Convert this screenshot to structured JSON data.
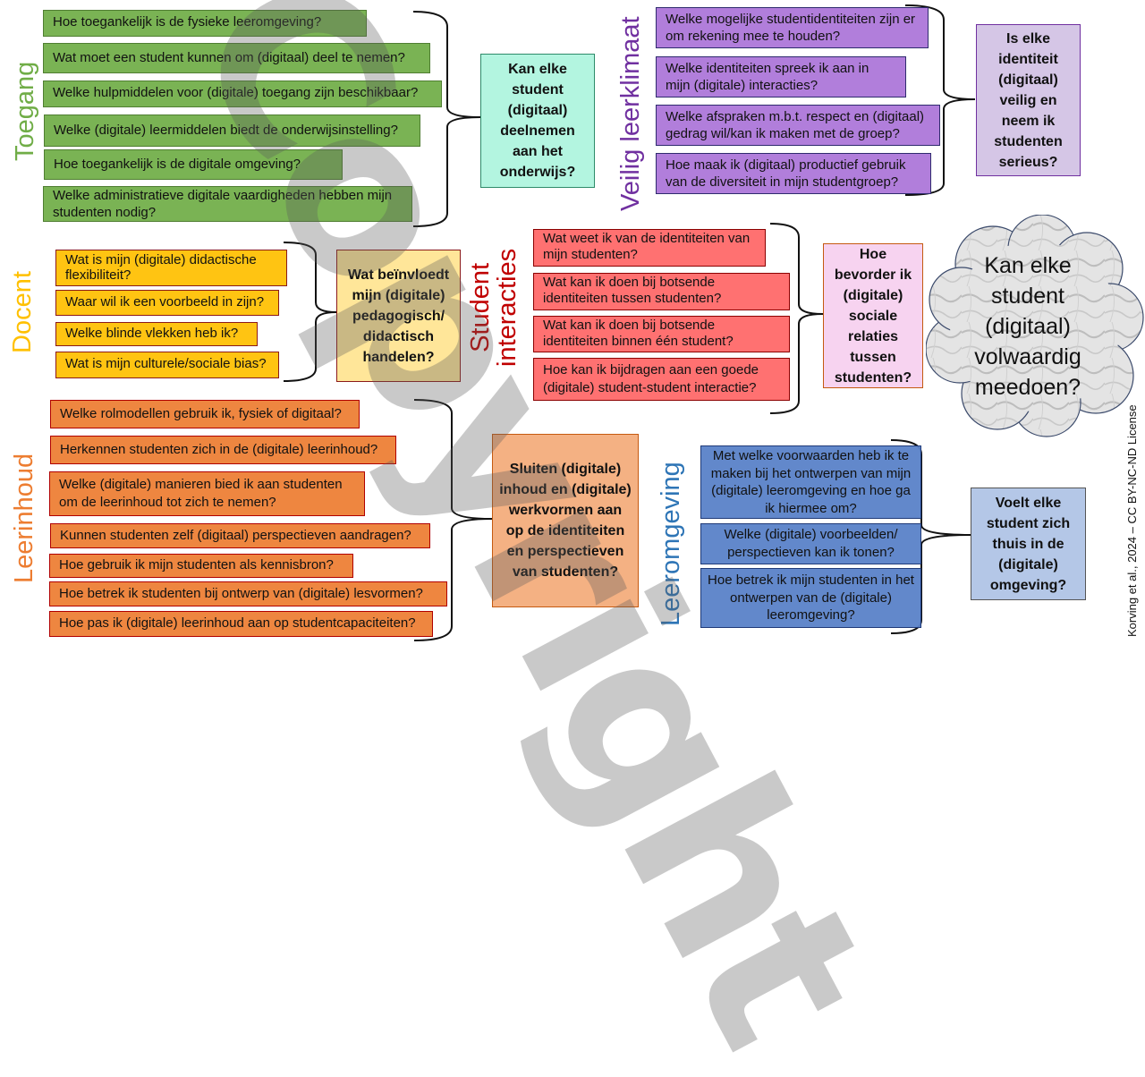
{
  "categories": {
    "toegang": {
      "label": "Toegang",
      "color": "#70ad47",
      "questions": [
        "Hoe toegankelijk is de fysieke leeromgeving?",
        "Wat moet een student kunnen om (digitaal) deel te nemen?",
        "Welke hulpmiddelen voor (digitale) toegang zijn beschikbaar?",
        "Welke (digitale) leermiddelen biedt de onderwijsinstelling?",
        "Hoe toegankelijk is de digitale omgeving?",
        "Welke administratieve digitale vaardigheden hebben mijn studenten nodig?"
      ],
      "summary": "Kan elke student (digitaal) deelnemen aan het onderwijs?"
    },
    "veilig_leerklimaat": {
      "label": "Veilig leerklimaat",
      "color": "#7030a0",
      "questions": [
        "Welke mogelijke studentidentiteiten zijn er om rekening mee te houden?",
        "Welke identiteiten spreek ik aan in mijn (digitale) interacties?",
        "Welke afspraken m.b.t. respect en (digitaal) gedrag wil/kan ik maken met de groep?",
        "Hoe maak ik (digitaal) productief gebruik van de diversiteit in mijn studentgroep?"
      ],
      "summary": "Is elke identiteit (digitaal) veilig en neem ik studenten serieus?"
    },
    "docent": {
      "label": "Docent",
      "color": "#ffc000",
      "questions": [
        "Wat is mijn (digitale) didactische flexibiliteit?",
        "Waar wil ik een voorbeeld in zijn?",
        "Welke blinde vlekken heb ik?",
        "Wat is mijn culturele/sociale bias?"
      ],
      "summary": "Wat beïnvloedt mijn (digitale) pedagogisch/ didactisch handelen?"
    },
    "student_interacties": {
      "label_line1": "Student",
      "label_line2": "interacties",
      "color": "#c00000",
      "questions": [
        "Wat weet ik van de identiteiten van mijn studenten?",
        "Wat kan ik doen bij botsende identiteiten tussen studenten?",
        "Wat kan ik doen bij botsende identiteiten binnen één student?",
        "Hoe kan ik bijdragen aan een goede (digitale) student-student interactie?"
      ],
      "summary": "Hoe bevorder ik (digitale) sociale relaties tussen studenten?"
    },
    "leerinhoud": {
      "label": "Leerinhoud",
      "color": "#ed7d31",
      "questions": [
        "Welke rolmodellen gebruik ik, fysiek of digitaal?",
        "Herkennen studenten zich in de (digitale) leerinhoud?",
        "Welke (digitale) manieren bied ik aan studenten om de leerinhoud tot zich te nemen?",
        "Kunnen studenten zelf (digitaal) perspectieven aandragen?",
        "Hoe gebruik ik mijn studenten als kennisbron?",
        "Hoe betrek ik studenten bij ontwerp van (digitale) lesvormen?",
        "Hoe pas ik (digitale) leerinhoud aan op studentcapaciteiten?"
      ],
      "summary": "Sluiten (digitale) inhoud en (digitale) werkvormen aan op de identiteiten en perspectieven van studenten?"
    },
    "leeromgeving": {
      "label": "Leeromgeving",
      "color": "#2e75b6",
      "questions": [
        "Met welke voorwaarden heb ik te maken bij het ontwerpen van mijn (digitale) leeromgeving en hoe ga ik hiermee om?",
        "Welke (digitale) voorbeelden/ perspectieven kan ik tonen?",
        "Hoe betrek ik mijn studenten in het ontwerpen van de (digitale) leeromgeving?"
      ],
      "summary": "Voelt elke student zich thuis in de (digitale) omgeving?"
    }
  },
  "central_question": "Kan elke student (digitaal) volwaardig meedoen?",
  "watermark": "Copyright",
  "credit": "Korving et al., 2024 – CC BY-NC-ND License"
}
